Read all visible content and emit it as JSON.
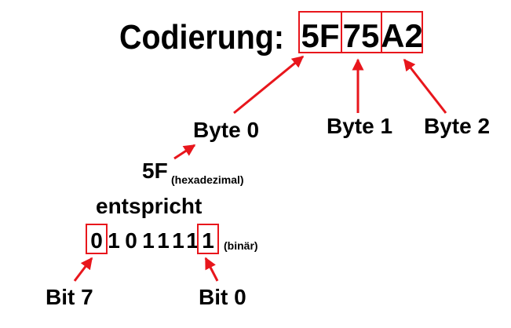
{
  "heading": {
    "label": "Codierung:",
    "bytes": [
      "5F",
      "75",
      "A2"
    ]
  },
  "byte_labels": [
    "Byte 0",
    "Byte 1",
    "Byte 2"
  ],
  "hex": {
    "value": "5F",
    "note": "(hexadezimal)"
  },
  "equivalence": "entspricht",
  "binary": {
    "bits": [
      "0",
      "1",
      "0",
      "1",
      "1",
      "1",
      "1",
      "1"
    ],
    "note": "(binär)"
  },
  "bit_labels": {
    "msb": "Bit 7",
    "lsb": "Bit 0"
  },
  "colors": {
    "text": "#000000",
    "highlight": "#e8161c",
    "background": "#ffffff"
  }
}
